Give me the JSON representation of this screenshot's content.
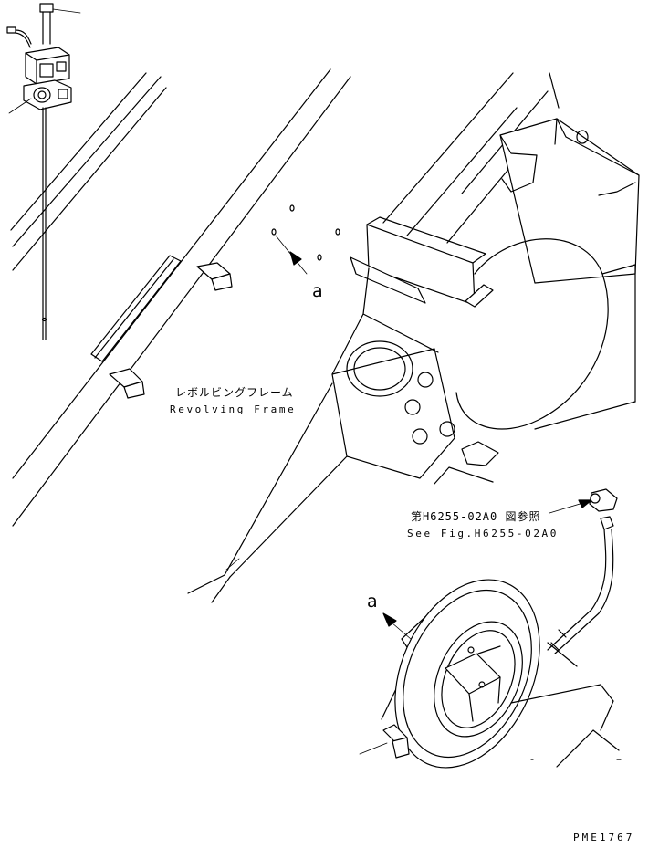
{
  "labels": {
    "revolving_frame_jp": "レボルビングフレーム",
    "revolving_frame_en": "Revolving Frame",
    "ref_jp": "第H6255-02A0 図参照",
    "ref_en": "See Fig.H6255-02A0",
    "detail_a_top": "a",
    "detail_a_bottom": "a",
    "drawing_code": "PME1767"
  }
}
